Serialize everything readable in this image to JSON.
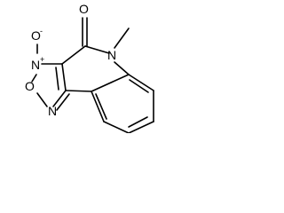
{
  "molecule": {
    "atoms": {
      "carbonyl_oxygen": "O",
      "ring_nitrogen": "N",
      "methyl": "",
      "oxide_nitrogen": "N",
      "oxide_nitrogen_charge": "+",
      "oxide_oxygen": "O",
      "oxide_oxygen_charge": "-",
      "ring_oxygen": "O",
      "imine_nitrogen": "N"
    },
    "colors": {
      "bond": "#000000",
      "text": "#000000",
      "background": "#ffffff"
    }
  }
}
